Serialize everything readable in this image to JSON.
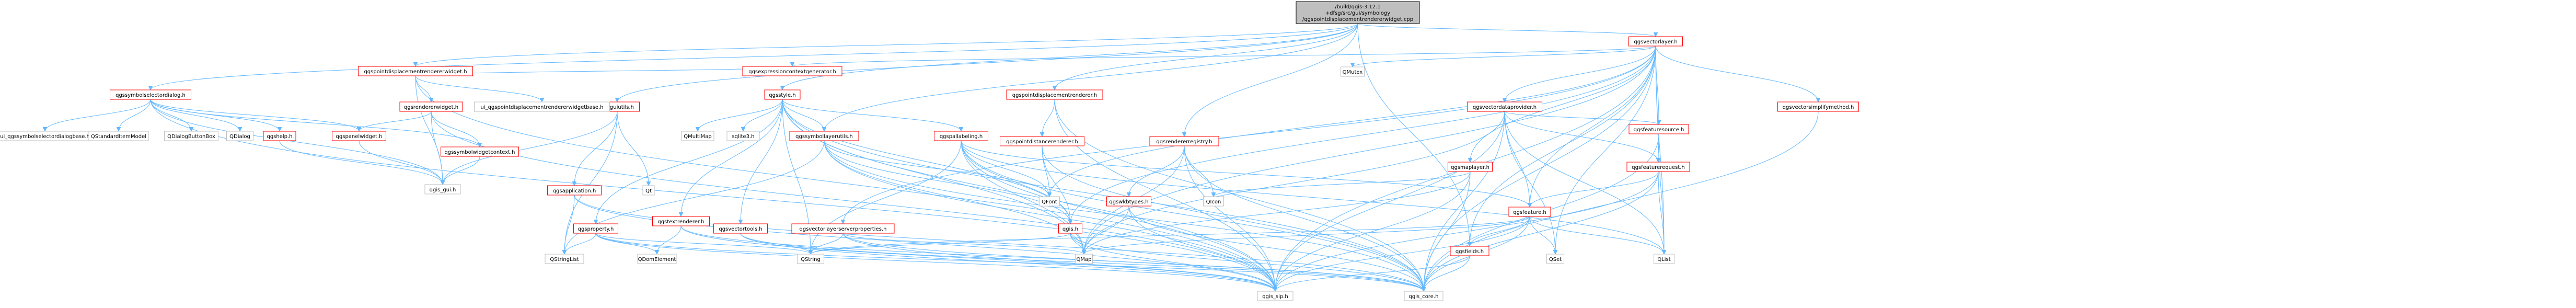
{
  "diagram": {
    "type": "include-dependency-graph",
    "colors": {
      "edge": "#63b8ff",
      "documented_border": "#ff0000",
      "external_border": "#bfbfbf",
      "root_fill": "#bfbfbf",
      "background": "#ffffff"
    },
    "nodes": [
      {
        "id": "root",
        "label": [
          "/build/qgis-3.12.1",
          "+dfsg/src/gui/symbology",
          "/qgspointdisplacementrendererwidget.cpp"
        ],
        "kind": "root"
      },
      {
        "id": "symseldlg",
        "label": [
          "qgssymbolselectordialog.h"
        ],
        "kind": "doc"
      },
      {
        "id": "pdrw_h",
        "label": [
          "qgspointdisplacementrendererwidget.h"
        ],
        "kind": "doc"
      },
      {
        "id": "guiutils",
        "label": [
          "qgsguiutils.h"
        ],
        "kind": "doc"
      },
      {
        "id": "style",
        "label": [
          "qgsstyle.h"
        ],
        "kind": "doc"
      },
      {
        "id": "pdr_h",
        "label": [
          "qgspointdisplacementrenderer.h"
        ],
        "kind": "doc"
      },
      {
        "id": "rendreg",
        "label": [
          "qgsrendererregistry.h"
        ],
        "kind": "doc"
      },
      {
        "id": "vlayer",
        "label": [
          "qgsvectorlayer.h"
        ],
        "kind": "doc"
      },
      {
        "id": "ui_symsel",
        "label": [
          "ui_qgssymbolselectordialogbase.h"
        ],
        "kind": "ext"
      },
      {
        "id": "qsim",
        "label": [
          "QStandardItemModel"
        ],
        "kind": "ext"
      },
      {
        "id": "qdbb",
        "label": [
          "QDialogButtonBox"
        ],
        "kind": "ext"
      },
      {
        "id": "qdialog",
        "label": [
          "QDialog"
        ],
        "kind": "ext"
      },
      {
        "id": "help",
        "label": [
          "qgshelp.h"
        ],
        "kind": "doc"
      },
      {
        "id": "panelw",
        "label": [
          "qgspanelwidget.h"
        ],
        "kind": "doc"
      },
      {
        "id": "rendw",
        "label": [
          "qgsrendererwidget.h"
        ],
        "kind": "doc"
      },
      {
        "id": "ui_pdrw",
        "label": [
          "ui_qgspointdisplacementrendererwidgetbase.h"
        ],
        "kind": "ext"
      },
      {
        "id": "symwctx",
        "label": [
          "qgssymbolwidgetcontext.h"
        ],
        "kind": "doc"
      },
      {
        "id": "expctxgen",
        "label": [
          "qgsexpressioncontextgenerator.h"
        ],
        "kind": "doc"
      },
      {
        "id": "qgis_gui",
        "label": [
          "qgis_gui.h"
        ],
        "kind": "ext"
      },
      {
        "id": "app",
        "label": [
          "qgsapplication.h"
        ],
        "kind": "doc"
      },
      {
        "id": "qt",
        "label": [
          "Qt"
        ],
        "kind": "ext"
      },
      {
        "id": "qmultimap",
        "label": [
          "QMultiMap"
        ],
        "kind": "ext"
      },
      {
        "id": "sqlite3",
        "label": [
          "sqlite3.h"
        ],
        "kind": "ext"
      },
      {
        "id": "symlu",
        "label": [
          "qgssymbollayerutils.h"
        ],
        "kind": "doc"
      },
      {
        "id": "pallab",
        "label": [
          "qgspallabeling.h"
        ],
        "kind": "doc"
      },
      {
        "id": "prop",
        "label": [
          "qgsproperty.h"
        ],
        "kind": "doc"
      },
      {
        "id": "textrend",
        "label": [
          "qgstextrenderer.h"
        ],
        "kind": "doc"
      },
      {
        "id": "qgsgeos",
        "label": [
          "qgsvectortools.h"
        ],
        "kind": "doc"
      },
      {
        "id": "vlsp",
        "label": [
          "qgsvectorlayerserverproperties.h"
        ],
        "kind": "doc"
      },
      {
        "id": "pdistr",
        "label": [
          "qgspointdistancerenderer.h"
        ],
        "kind": "doc"
      },
      {
        "id": "qgis_h",
        "label": [
          "qgis.h"
        ],
        "kind": "doc"
      },
      {
        "id": "wkbtypes",
        "label": [
          "qgswkbtypes.h"
        ],
        "kind": "doc"
      },
      {
        "id": "qicon",
        "label": [
          "QIcon"
        ],
        "kind": "ext"
      },
      {
        "id": "qmutex",
        "label": [
          "QMutex"
        ],
        "kind": "ext"
      },
      {
        "id": "vdp",
        "label": [
          "qgsvectordataprovider.h"
        ],
        "kind": "doc"
      },
      {
        "id": "fsrc",
        "label": [
          "qgsfeaturesource.h"
        ],
        "kind": "doc"
      },
      {
        "id": "freq",
        "label": [
          "qgsfeaturerequest.h"
        ],
        "kind": "doc"
      },
      {
        "id": "maplayer",
        "label": [
          "qgsmaplayer.h"
        ],
        "kind": "doc"
      },
      {
        "id": "vsimp",
        "label": [
          "qgsvectorsimplifymethod.h"
        ],
        "kind": "doc"
      },
      {
        "id": "feature",
        "label": [
          "qgsfeature.h"
        ],
        "kind": "doc"
      },
      {
        "id": "fields",
        "label": [
          "qgsfields.h"
        ],
        "kind": "doc"
      },
      {
        "id": "qstrlist",
        "label": [
          "QStringList"
        ],
        "kind": "ext"
      },
      {
        "id": "qdom",
        "label": [
          "QDomElement"
        ],
        "kind": "ext"
      },
      {
        "id": "qstring",
        "label": [
          "QString"
        ],
        "kind": "ext"
      },
      {
        "id": "qfont",
        "label": [
          "QFont"
        ],
        "kind": "ext"
      },
      {
        "id": "qmap",
        "label": [
          "QMap"
        ],
        "kind": "ext"
      },
      {
        "id": "qset",
        "label": [
          "QSet"
        ],
        "kind": "ext"
      },
      {
        "id": "qlist",
        "label": [
          "QList"
        ],
        "kind": "ext"
      },
      {
        "id": "qgis_sip",
        "label": [
          "qgis_sip.h"
        ],
        "kind": "ext"
      },
      {
        "id": "qgis_core",
        "label": [
          "qgis_core.h"
        ],
        "kind": "ext"
      }
    ],
    "edges": [
      [
        "root",
        "symseldlg"
      ],
      [
        "root",
        "pdrw_h"
      ],
      [
        "root",
        "guiutils"
      ],
      [
        "root",
        "style"
      ],
      [
        "root",
        "symlu"
      ],
      [
        "root",
        "pdr_h"
      ],
      [
        "root",
        "rendreg"
      ],
      [
        "root",
        "vlayer"
      ],
      [
        "root",
        "fields"
      ],
      [
        "symseldlg",
        "ui_symsel"
      ],
      [
        "symseldlg",
        "qsim"
      ],
      [
        "symseldlg",
        "qdbb"
      ],
      [
        "symseldlg",
        "qdialog"
      ],
      [
        "symseldlg",
        "help"
      ],
      [
        "symseldlg",
        "panelw"
      ],
      [
        "symseldlg",
        "symwctx"
      ],
      [
        "symseldlg",
        "qgis_gui"
      ],
      [
        "symseldlg",
        "qgis_sip"
      ],
      [
        "pdrw_h",
        "rendw"
      ],
      [
        "pdrw_h",
        "ui_pdrw"
      ],
      [
        "pdrw_h",
        "expctxgen"
      ],
      [
        "pdrw_h",
        "qgis_gui"
      ],
      [
        "pdrw_h",
        "qgis_sip"
      ],
      [
        "rendw",
        "panelw"
      ],
      [
        "rendw",
        "symwctx"
      ],
      [
        "rendw",
        "qgis_gui"
      ],
      [
        "rendw",
        "qgis_sip"
      ],
      [
        "help",
        "qgis_gui"
      ],
      [
        "panelw",
        "qgis_gui"
      ],
      [
        "symwctx",
        "qgis_gui"
      ],
      [
        "guiutils",
        "qgis_gui"
      ],
      [
        "guiutils",
        "app"
      ],
      [
        "guiutils",
        "qt"
      ],
      [
        "guiutils",
        "qstrlist"
      ],
      [
        "app",
        "qstrlist"
      ],
      [
        "app",
        "qgis_core"
      ],
      [
        "app",
        "qgis_sip"
      ],
      [
        "style",
        "qmultimap"
      ],
      [
        "style",
        "sqlite3"
      ],
      [
        "style",
        "symlu"
      ],
      [
        "style",
        "pallab"
      ],
      [
        "style",
        "prop"
      ],
      [
        "style",
        "textrend"
      ],
      [
        "style",
        "qgsgeos"
      ],
      [
        "style",
        "qgis_h"
      ],
      [
        "style",
        "qstring"
      ],
      [
        "style",
        "qmap"
      ],
      [
        "style",
        "qgis_core"
      ],
      [
        "style",
        "qgis_sip"
      ],
      [
        "symlu",
        "qgis_h"
      ],
      [
        "symlu",
        "qfont"
      ],
      [
        "symlu",
        "qmap"
      ],
      [
        "symlu",
        "qgis_core"
      ],
      [
        "symlu",
        "qgis_sip"
      ],
      [
        "symlu",
        "qstrlist"
      ],
      [
        "pallab",
        "feature"
      ],
      [
        "pallab",
        "qgis_h"
      ],
      [
        "pallab",
        "qfont"
      ],
      [
        "pallab",
        "qmap"
      ],
      [
        "pallab",
        "qlist"
      ],
      [
        "pallab",
        "qgis_core"
      ],
      [
        "pallab",
        "qgis_sip"
      ],
      [
        "pallab",
        "qstring"
      ],
      [
        "prop",
        "qstrlist"
      ],
      [
        "prop",
        "qdom"
      ],
      [
        "prop",
        "qstring"
      ],
      [
        "prop",
        "qgis_core"
      ],
      [
        "prop",
        "qgis_sip"
      ],
      [
        "textrend",
        "qdom"
      ],
      [
        "textrend",
        "qgis_core"
      ],
      [
        "textrend",
        "qgis_sip"
      ],
      [
        "qgsgeos",
        "qstring"
      ],
      [
        "qgsgeos",
        "qgis_core"
      ],
      [
        "qgsgeos",
        "qgis_sip"
      ],
      [
        "vlsp",
        "qmap"
      ],
      [
        "vlsp",
        "qstring"
      ],
      [
        "vlsp",
        "qgis_core"
      ],
      [
        "vlsp",
        "qgis_sip"
      ],
      [
        "pdr_h",
        "pdistr"
      ],
      [
        "pdr_h",
        "qgis_core"
      ],
      [
        "pdr_h",
        "qgis_sip"
      ],
      [
        "pdistr",
        "qgis_h"
      ],
      [
        "pdistr",
        "qfont"
      ],
      [
        "pdistr",
        "qgis_core"
      ],
      [
        "qgis_h",
        "qgis_core"
      ],
      [
        "qgis_h",
        "qgis_sip"
      ],
      [
        "qgis_h",
        "qstring"
      ],
      [
        "qgis_h",
        "qmap"
      ],
      [
        "rendreg",
        "wkbtypes"
      ],
      [
        "rendreg",
        "qicon"
      ],
      [
        "rendreg",
        "qmap"
      ],
      [
        "rendreg",
        "qgis_core"
      ],
      [
        "rendreg",
        "qgis_sip"
      ],
      [
        "wkbtypes",
        "qmap"
      ],
      [
        "wkbtypes",
        "qgis_core"
      ],
      [
        "wkbtypes",
        "qgis_sip"
      ],
      [
        "vlayer",
        "qmutex"
      ],
      [
        "vlayer",
        "vdp"
      ],
      [
        "vlayer",
        "fsrc"
      ],
      [
        "vlayer",
        "freq"
      ],
      [
        "vlayer",
        "maplayer"
      ],
      [
        "vlayer",
        "vsimp"
      ],
      [
        "vlayer",
        "feature"
      ],
      [
        "vlayer",
        "fields"
      ],
      [
        "vlayer",
        "expctxgen"
      ],
      [
        "vlayer",
        "vlsp"
      ],
      [
        "vlayer",
        "qgis_h"
      ],
      [
        "vlayer",
        "qset"
      ],
      [
        "vlayer",
        "qlist"
      ],
      [
        "vlayer",
        "qmap"
      ],
      [
        "vlayer",
        "qgis_core"
      ],
      [
        "vlayer",
        "qgis_sip"
      ],
      [
        "vlayer",
        "qfont"
      ],
      [
        "vdp",
        "fsrc"
      ],
      [
        "vdp",
        "freq"
      ],
      [
        "vdp",
        "feature"
      ],
      [
        "vdp",
        "qset"
      ],
      [
        "vdp",
        "qlist"
      ],
      [
        "vdp",
        "qgis_core"
      ],
      [
        "vdp",
        "qgis_sip"
      ],
      [
        "vdp",
        "qmap"
      ],
      [
        "fsrc",
        "freq"
      ],
      [
        "fsrc",
        "qgis_core"
      ],
      [
        "fsrc",
        "qlist"
      ],
      [
        "freq",
        "feature"
      ],
      [
        "freq",
        "qlist"
      ],
      [
        "freq",
        "qgis_core"
      ],
      [
        "freq",
        "qgis_sip"
      ],
      [
        "maplayer",
        "qicon"
      ],
      [
        "maplayer",
        "qgis_core"
      ],
      [
        "maplayer",
        "qgis_sip"
      ],
      [
        "maplayer",
        "qmap"
      ],
      [
        "vsimp",
        "qgis_core"
      ],
      [
        "feature",
        "fields"
      ],
      [
        "feature",
        "qmap"
      ],
      [
        "feature",
        "qstring"
      ],
      [
        "feature",
        "qset"
      ],
      [
        "feature",
        "qlist"
      ],
      [
        "feature",
        "qgis_core"
      ],
      [
        "feature",
        "qgis_sip"
      ],
      [
        "fields",
        "qgis_core"
      ],
      [
        "fields",
        "qgis_sip"
      ]
    ]
  }
}
